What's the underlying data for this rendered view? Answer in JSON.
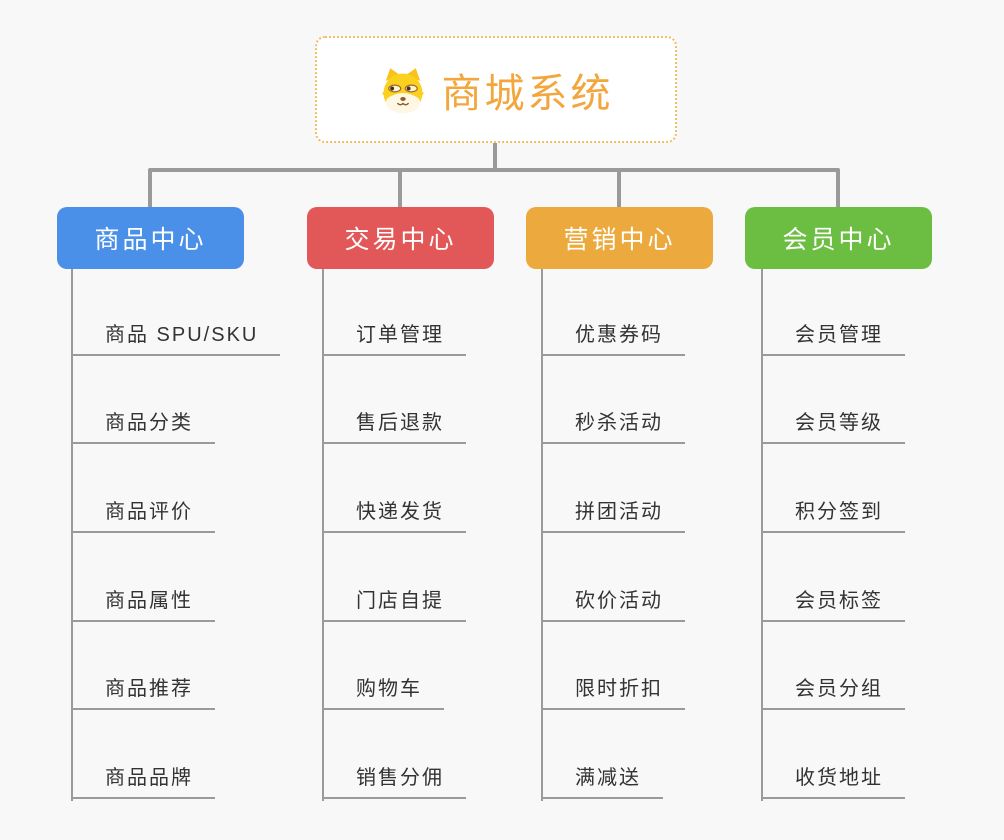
{
  "root": {
    "title": "商城系统",
    "title_color": "#f2a63c",
    "border_color": "#f3bd66",
    "icon": "doge-icon"
  },
  "connector_color": "#9a9a9a",
  "background_color": "#f8f8f8",
  "branches": [
    {
      "label": "商品中心",
      "color": "#4a90e8",
      "items": [
        "商品 SPU/SKU",
        "商品分类",
        "商品评价",
        "商品属性",
        "商品推荐",
        "商品品牌"
      ]
    },
    {
      "label": "交易中心",
      "color": "#e25858",
      "items": [
        "订单管理",
        "售后退款",
        "快递发货",
        "门店自提",
        "购物车",
        "销售分佣"
      ]
    },
    {
      "label": "营销中心",
      "color": "#eca93e",
      "items": [
        "优惠券码",
        "秒杀活动",
        "拼团活动",
        "砍价活动",
        "限时折扣",
        "满减送"
      ]
    },
    {
      "label": "会员中心",
      "color": "#6cbe42",
      "items": [
        "会员管理",
        "会员等级",
        "积分签到",
        "会员标签",
        "会员分组",
        "收货地址"
      ]
    }
  ]
}
